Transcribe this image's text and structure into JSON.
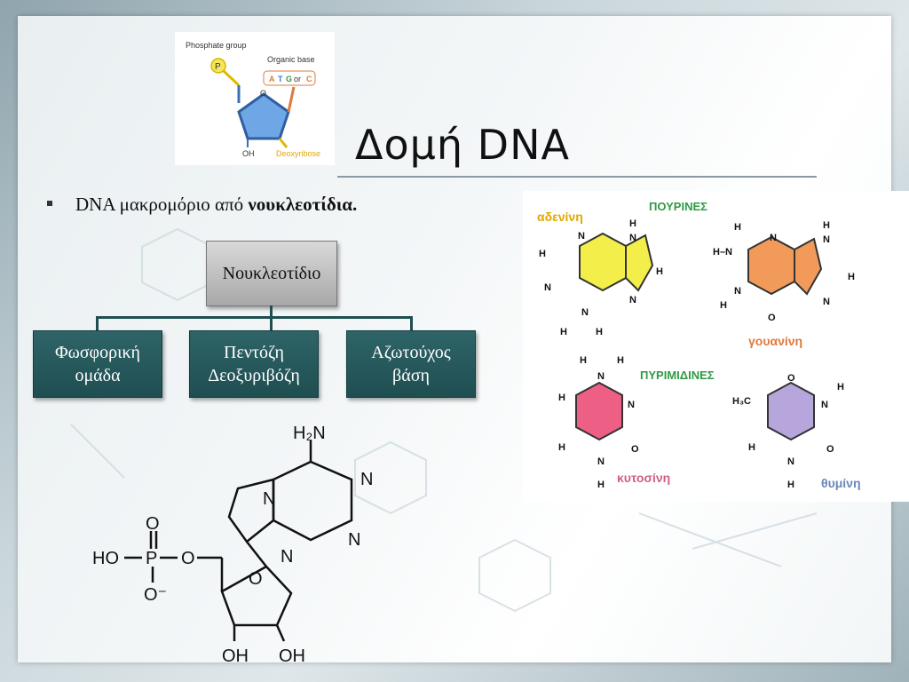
{
  "slide": {
    "title": "Δομή DNA",
    "bullet": {
      "text_plain": "DNA μακρομόριο από ",
      "text_bold": "νουκλεοτίδια."
    }
  },
  "hierarchy": {
    "root": "Νουκλεοτίδιο",
    "children": [
      {
        "line1": "Φωσφορική",
        "line2": "ομάδα"
      },
      {
        "line1": "Πεντόζη",
        "line2": "Δεοξυριβόζη"
      },
      {
        "line1": "Αζωτούχος",
        "line2": "βάση"
      }
    ]
  },
  "nucleotide_diagram": {
    "phosphate_label": "Phosphate group",
    "phosphate_letter": "P",
    "base_label": "Organic base",
    "base_options": [
      "A",
      "T",
      "G",
      "or",
      "C"
    ],
    "ring_o": "O",
    "oh": "OH",
    "sugar_label": "Deoxyribose"
  },
  "bases": {
    "purines_header": "ΠΟΥΡΙΝΕΣ",
    "pyrimidines_header": "ΠΥΡΙΜΙΔΙΝΕΣ",
    "adenine": "αδενίνη",
    "guanine": "γουανίνη",
    "cytosine": "κυτοσίνη",
    "thymine": "θυμίνη",
    "atoms": {
      "N": "N",
      "H": "H",
      "O": "O",
      "HN": "H–N",
      "H3C": "H₃C"
    }
  },
  "structure": {
    "h2n": "H₂N",
    "n": "N",
    "o": "O",
    "oh": "OH",
    "ho_p": "HO",
    "p": "P",
    "o_minus": "O⁻"
  },
  "colors": {
    "teal_box": "#1f4e51",
    "adenine_fill": "#f3ee4a",
    "guanine_fill": "#f19a5a",
    "cytosine_fill": "#ee5f86",
    "thymine_fill": "#b7a6dc",
    "purine_header": "#2f9a45",
    "pyrimidine_header": "#2f9a45"
  }
}
